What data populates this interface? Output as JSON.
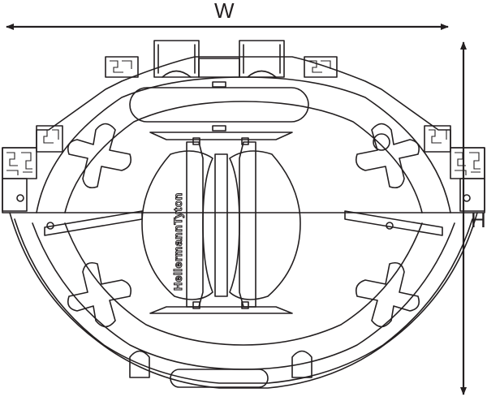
{
  "dimensions": {
    "width_label": "W",
    "height_label": "H"
  },
  "product": {
    "brand_text": "HellermannTyton"
  },
  "colors": {
    "line": "#231f20",
    "background": "#ffffff"
  }
}
